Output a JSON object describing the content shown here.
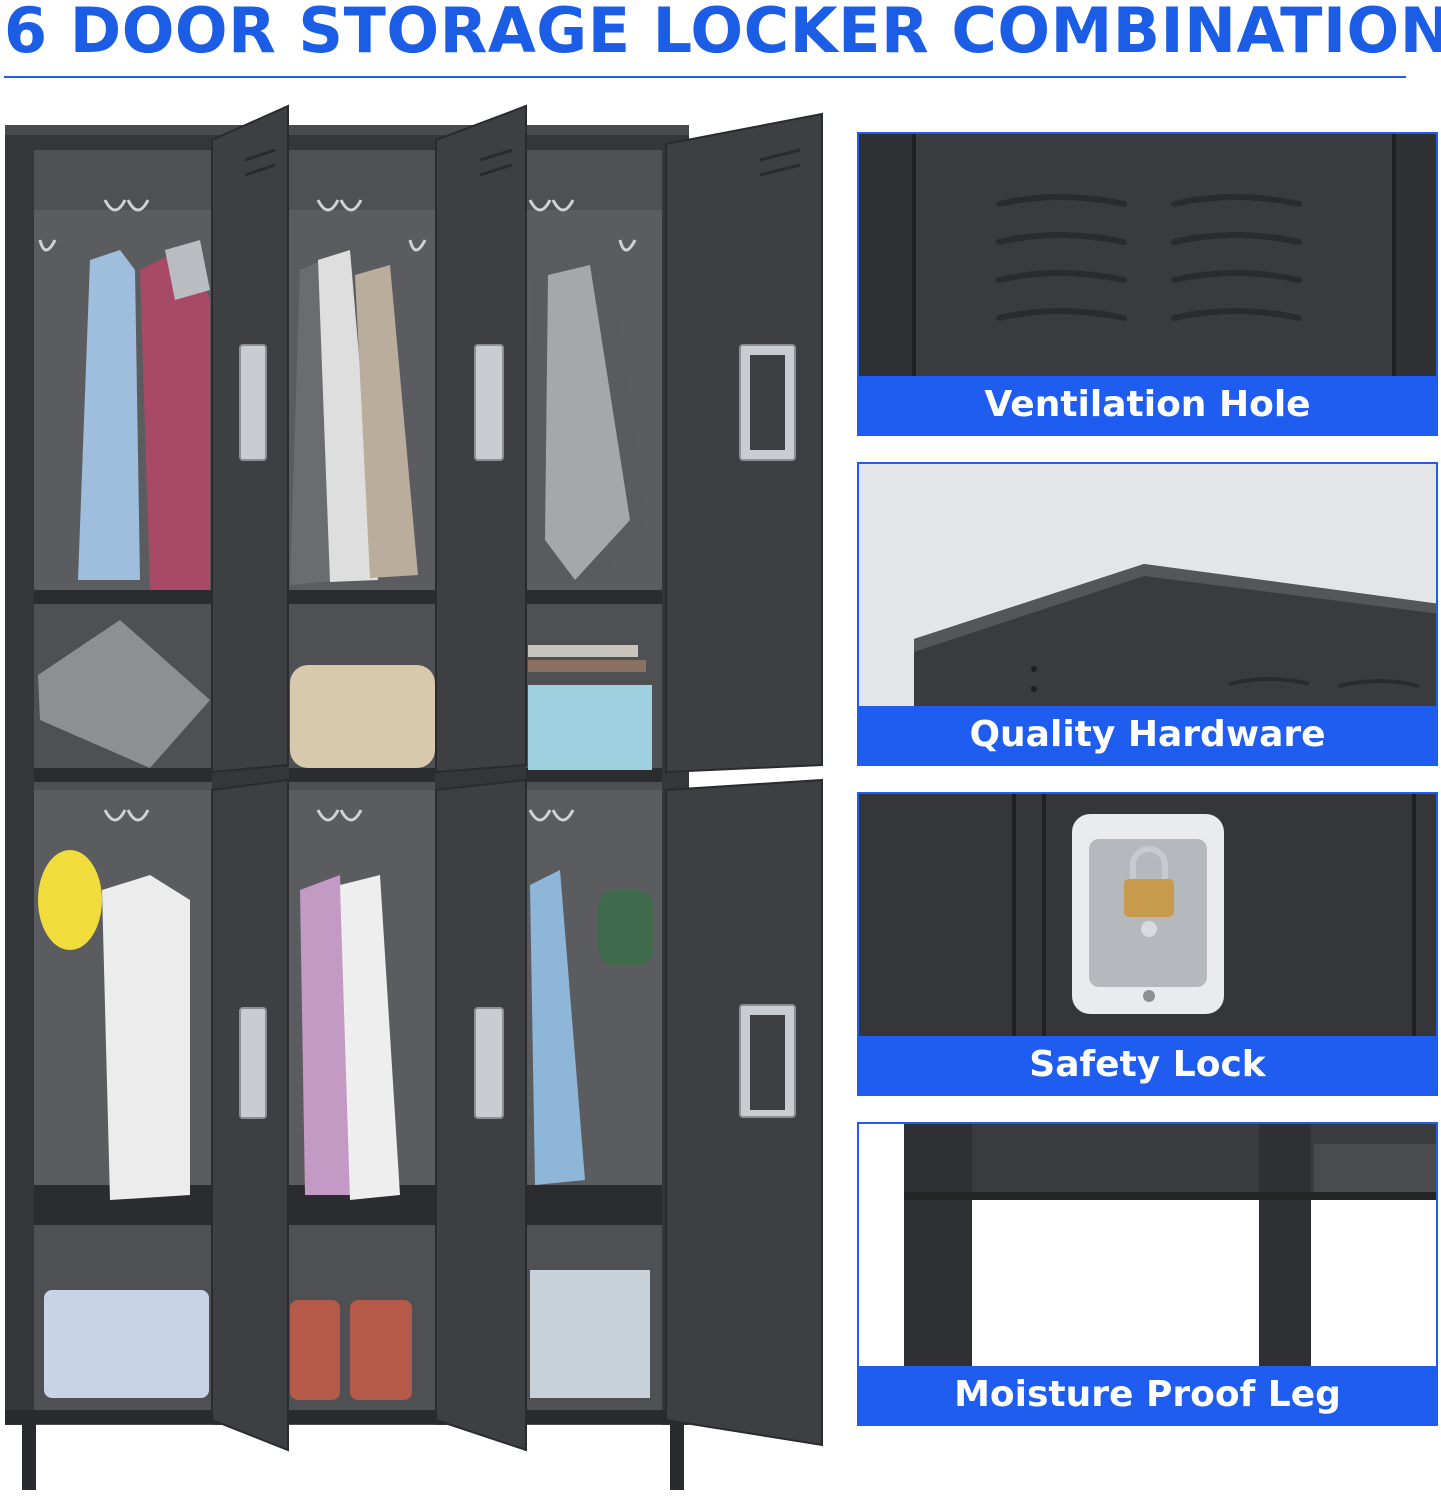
{
  "header": {
    "title": "6 DOOR STORAGE LOCKER COMBINATION"
  },
  "features": [
    {
      "label": "Ventilation Hole",
      "icon": "ventilation-detail"
    },
    {
      "label": "Quality Hardware",
      "icon": "cabinet-top-detail"
    },
    {
      "label": "Safety Lock",
      "icon": "padlock-detail"
    },
    {
      "label": "Moisture Proof Leg",
      "icon": "leg-detail"
    }
  ],
  "colors": {
    "accent": "#1f5cf0",
    "title": "#1c5de6",
    "locker": "#3a3b3e",
    "label_text": "#ffffff"
  }
}
